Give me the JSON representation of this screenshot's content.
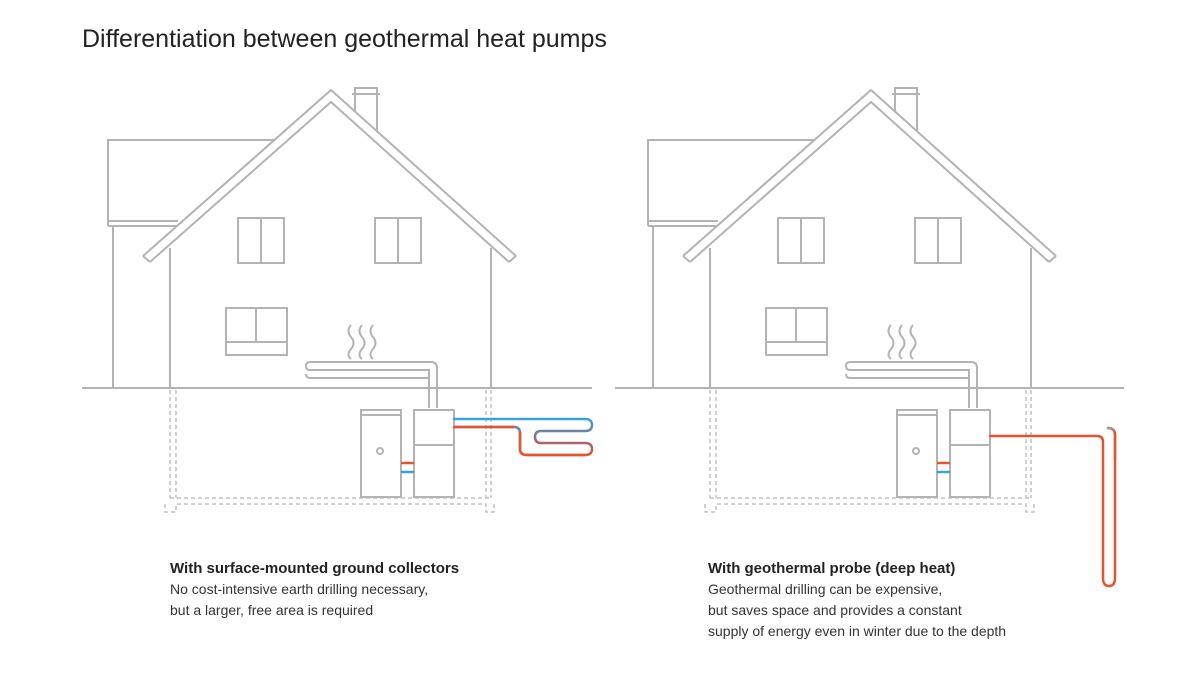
{
  "title": "Differentiation between geothermal heat pumps",
  "colors": {
    "outline": "#b3b3b3",
    "cold_pipe": "#3ba3dc",
    "hot_pipe": "#e4542f",
    "mixed_pipe": "#8a8a9e"
  },
  "panels": [
    {
      "heading": "With surface-mounted ground collectors",
      "lines": [
        "No cost-intensive earth drilling necessary,",
        "but a larger, free area is required"
      ]
    },
    {
      "heading": "With geothermal probe (deep heat)",
      "lines": [
        "Geothermal drilling can be expensive,",
        "but saves space and provides a constant",
        "supply of energy even in winter due to the depth"
      ]
    }
  ]
}
